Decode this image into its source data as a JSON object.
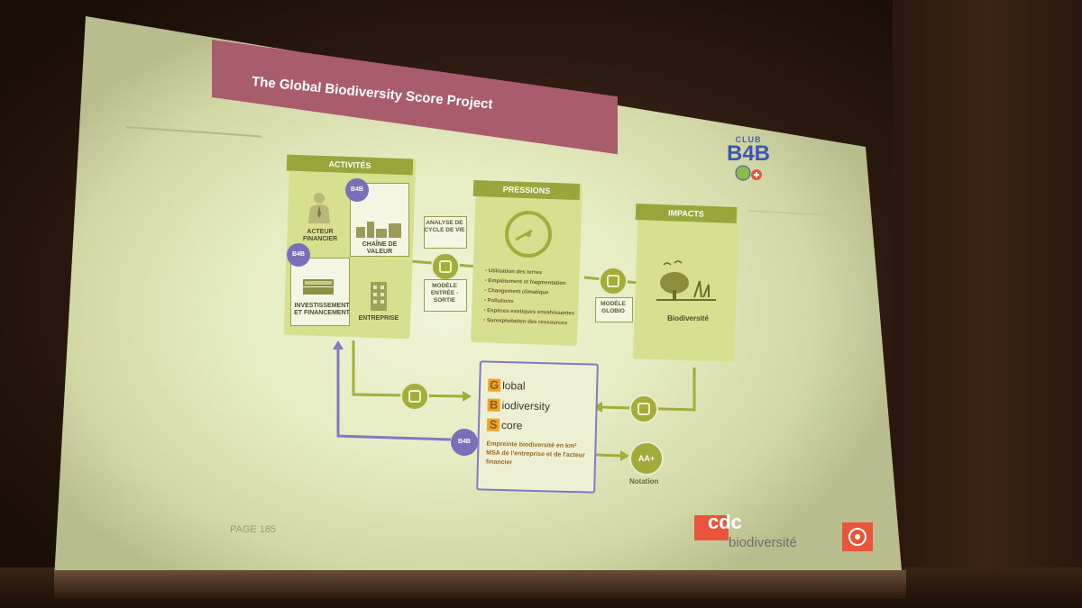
{
  "slide": {
    "title": "The Global Biodiversity Score Project",
    "page": "PAGE 185"
  },
  "club_logo": {
    "top": "CLUB",
    "main": "B4B",
    "icon": "globe-plus-icon"
  },
  "activites": {
    "header": "ACTIVITÉS",
    "acteur": "ACTEUR FINANCIER",
    "chaine": "CHAÎNE DE VALEUR",
    "investissement": "INVESTISSEMENT ET FINANCEMENT",
    "entreprise": "ENTREPRISE",
    "badge": "B4B"
  },
  "analyse": {
    "acv": "ANALYSE DE CYCLE DE VIE",
    "modele_es": "MODÈLE ENTRÉE - SORTIE"
  },
  "pressions": {
    "header": "PRESSIONS",
    "items": [
      "Utilisation des terres",
      "Empiètement et fragmentation",
      "Changement climatique",
      "Pollutions",
      "Espèces exotiques envahissantes",
      "Surexploitation des ressources"
    ]
  },
  "globio": {
    "label": "MODÈLE GLOBIO"
  },
  "impacts": {
    "header": "IMPACTS",
    "label": "Biodiversité"
  },
  "gbs": {
    "letters": [
      "G",
      "B",
      "S"
    ],
    "words": [
      "lobal",
      "iodiversity",
      "core"
    ],
    "description": "Empreinte biodiversité en km² MSA de l'entreprise et de l'acteur financier",
    "badge": "B4B"
  },
  "rating": {
    "value": "AA+",
    "label": "Notation"
  },
  "logos": {
    "cdc": "cdc",
    "biodiversite": "biodiversité"
  }
}
